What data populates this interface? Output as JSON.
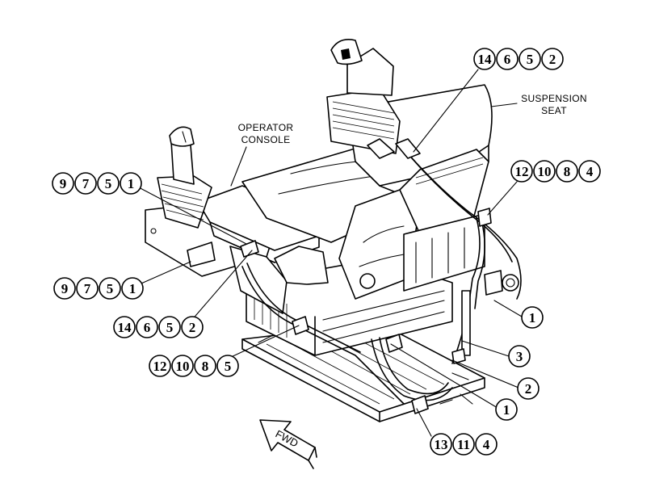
{
  "labels": {
    "suspension_seat": [
      "SUSPENSION",
      "SEAT"
    ],
    "operator_console": [
      "OPERATOR",
      "CONSOLE"
    ],
    "fwd": "FWD"
  },
  "callouts": [
    {
      "id": "callout-14-6-5-2-top",
      "numbers": [
        "14",
        "6",
        "5",
        "2"
      ]
    },
    {
      "id": "callout-12-10-8-4",
      "numbers": [
        "12",
        "10",
        "8",
        "4"
      ]
    },
    {
      "id": "callout-9-7-5-1-upper",
      "numbers": [
        "9",
        "7",
        "5",
        "1"
      ]
    },
    {
      "id": "callout-9-7-5-1-lower",
      "numbers": [
        "9",
        "7",
        "5",
        "1"
      ]
    },
    {
      "id": "callout-14-6-5-2-mid",
      "numbers": [
        "14",
        "6",
        "5",
        "2"
      ]
    },
    {
      "id": "callout-12-10-8-5",
      "numbers": [
        "12",
        "10",
        "8",
        "5"
      ]
    },
    {
      "id": "callout-1-right",
      "numbers": [
        "1"
      ]
    },
    {
      "id": "callout-3",
      "numbers": [
        "3"
      ]
    },
    {
      "id": "callout-2",
      "numbers": [
        "2"
      ]
    },
    {
      "id": "callout-1-lower",
      "numbers": [
        "1"
      ]
    },
    {
      "id": "callout-13-11-4",
      "numbers": [
        "13",
        "11",
        "4"
      ]
    }
  ]
}
